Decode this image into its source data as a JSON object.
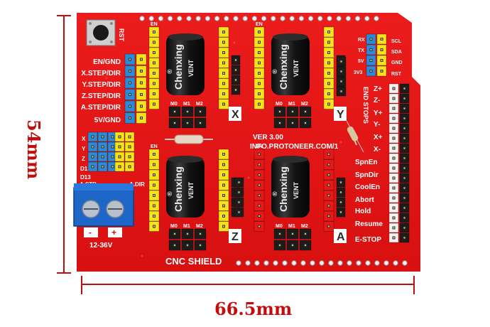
{
  "dimensions": {
    "height_label": "54mm",
    "width_label": "66.5mm"
  },
  "board": {
    "reset_label": "RST",
    "left_labels": [
      "EN/GND",
      "X.STEP/DIR",
      "Y.STEP/DIR",
      "Z.STEP/DIR",
      "A.STEP/DIR",
      "5V/GND"
    ],
    "axis_block_labels": [
      "X",
      "Y",
      "Z",
      "D12",
      "D13"
    ],
    "a_label": "A.STP",
    "a_dir_label": "A.DIR",
    "power_label": "12-36V",
    "minus_label": "-",
    "plus_label": "+",
    "version": "VER 3.00",
    "website": "INFO.PROTONEER.COM/1",
    "title": "CNC SHIELD",
    "top_right_labels": [
      "SCL",
      "SDA",
      "GND",
      "RST",
      "RX",
      "TX",
      "5V",
      "3V3"
    ],
    "endstop_labels": [
      "Z+",
      "Z-",
      "Y+",
      "Y-",
      "X+",
      "X-"
    ],
    "endstop_title": "END STOPS",
    "right_labels": [
      "SpnEn",
      "SpnDir",
      "CoolEn",
      "Abort",
      "Hold",
      "Resume",
      "E-STOP"
    ],
    "axis_letters": [
      "X",
      "Y",
      "Z",
      "A"
    ],
    "microstep_labels": [
      "M0",
      "M1",
      "M2"
    ],
    "en_label": "EN",
    "capacitor_brand": "Chenxing",
    "capacitor_vent": "VENT",
    "capacitor_mark": "®"
  }
}
